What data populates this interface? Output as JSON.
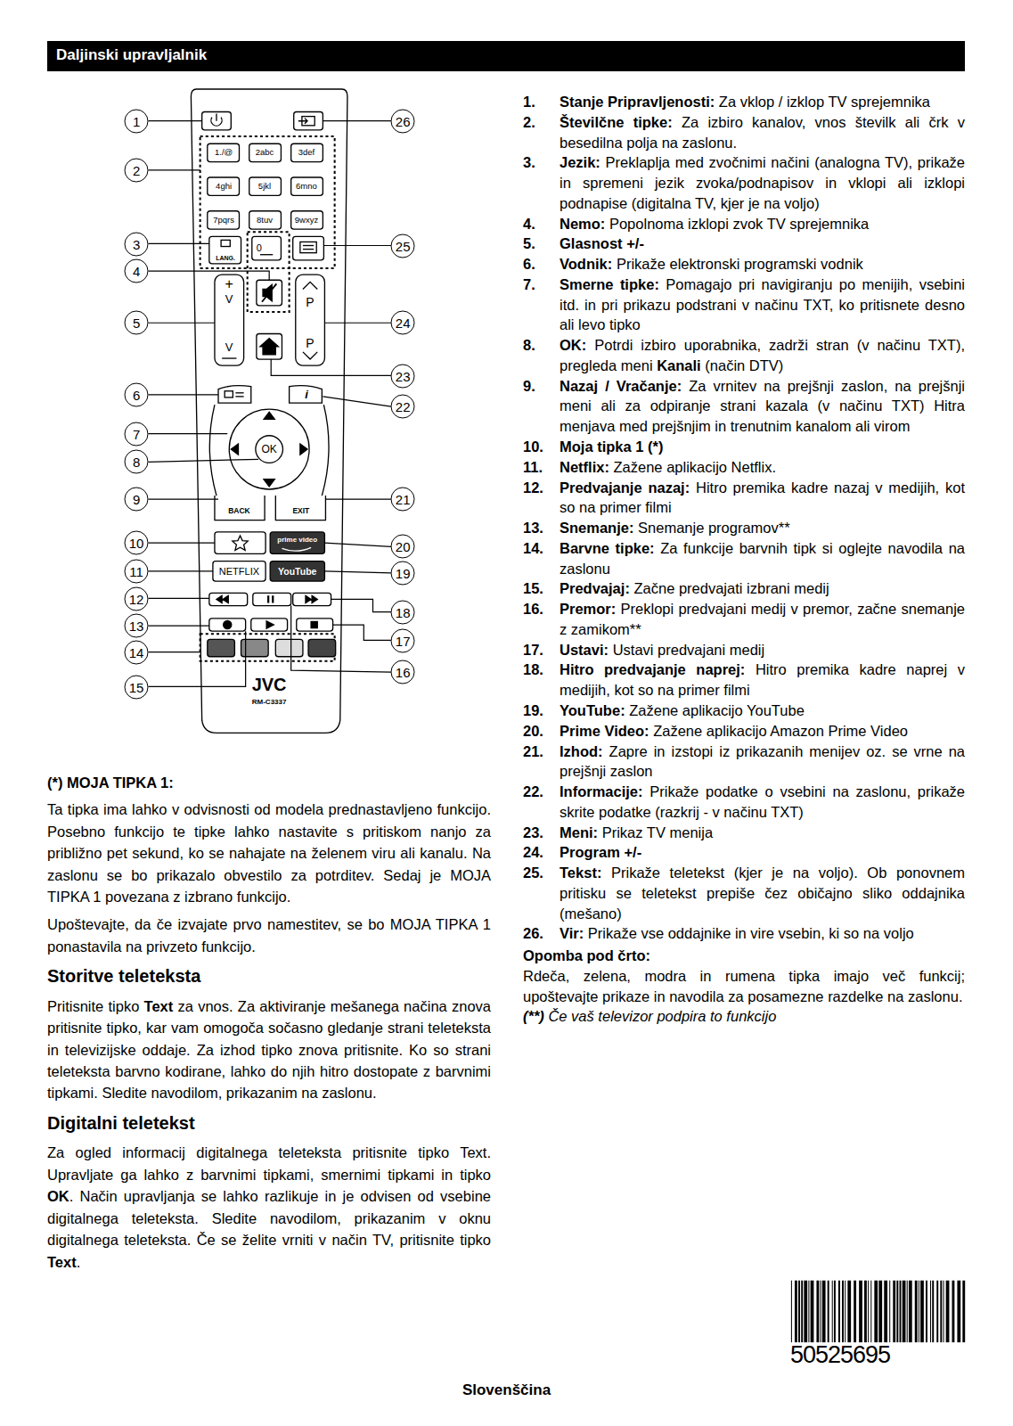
{
  "diagram": {
    "title": "Daljinski upravljalnik",
    "nodes": [
      {
        "text": [
          "1"
        ]
      },
      {
        "text": [
          "2"
        ]
      },
      {
        "text": [
          "3"
        ]
      },
      {
        "text": [
          "4"
        ]
      },
      {
        "text": [
          "5"
        ]
      },
      {
        "text": [
          "6"
        ]
      },
      {
        "text": [
          "7"
        ]
      },
      {
        "text": [
          "8"
        ]
      },
      {
        "text": [
          "9"
        ]
      },
      {
        "text": [
          "10"
        ]
      },
      {
        "text": [
          "11"
        ]
      },
      {
        "text": [
          "12"
        ]
      },
      {
        "text": [
          "13"
        ]
      },
      {
        "text": [
          "14"
        ]
      },
      {
        "text": [
          "15"
        ]
      },
      {
        "text": [
          "16"
        ]
      },
      {
        "text": [
          "17"
        ]
      },
      {
        "text": [
          "18"
        ]
      },
      {
        "text": [
          "19"
        ]
      },
      {
        "text": [
          "20"
        ]
      },
      {
        "text": [
          "21"
        ]
      },
      {
        "text": [
          "22"
        ]
      },
      {
        "text": [
          "23"
        ]
      },
      {
        "text": [
          "24"
        ]
      },
      {
        "text": [
          "25"
        ]
      },
      {
        "text": [
          "26"
        ]
      }
    ],
    "labels": [
      "1./@",
      "2abc",
      "3def",
      "4ghi",
      "5jkl",
      "6mno",
      "7pqrs",
      "8tuv",
      "9wxyz",
      "0",
      "LANG.",
      "+",
      "V",
      "V",
      "P",
      "P",
      "i",
      "OK",
      "BACK",
      "EXIT",
      "prime video",
      "NETFLIX",
      "YouTube",
      "JVC",
      "RM-C3337",
      "1.",
      "Stanje Pripravljenosti:",
      "Za vklop / izklop TV sprejemnika",
      "2.",
      "Številčne tipke:",
      "Za izbiro kanalov, vnos številk ali črk v besedilna polja na zaslonu.",
      "3.",
      "Jezik:",
      "Preklaplja med zvočnimi načini (analogna TV), prikaže in spremeni jezik zvoka/podnapisov in vklopi ali izklopi podnapise (digitalna TV, kjer je na voljo)",
      "4.",
      "Nemo:",
      "Popolnoma izklopi zvok TV sprejemnika",
      "5.",
      "Glasnost +/-",
      "6.",
      "Vodnik:",
      "Prikaže elektronski programski vodnik",
      "7.",
      "Smerne tipke:",
      "Pomagajo pri navigiranju po menijih, vsebini itd. in pri prikazu podstrani v načinu TXT, ko pritisnete desno ali levo tipko",
      "8.",
      "OK:",
      "Potrdi izbiro uporabnika, zadrži stran (v načinu TXT), pregleda meni",
      "Kanali",
      "(način DTV)",
      "9.",
      "Nazaj / Vračanje:",
      "Za vrnitev na prejšnji zaslon, na prejšnji meni ali za odpiranje strani kazala (v načinu TXT) Hitra menjava med prejšnjim in trenutnim kanalom ali virom",
      "10.",
      "Moja tipka 1 (*)",
      "11.",
      "Netflix:",
      "Zažene aplikacijo Netflix.",
      "12.",
      "Predvajanje nazaj:",
      "Hitro premika kadre nazaj v medijih, kot so na primer filmi",
      "13.",
      "Snemanje:",
      "Snemanje programov**",
      "14.",
      "Barvne tipke:",
      "Za funkcije barvnih tipk si oglejte navodila na zaslonu",
      "15.",
      "Predvajaj:",
      "Začne predvajati izbrani medij",
      "16.",
      "Premor:",
      "Preklopi predvajani medij v premor, začne snemanje z zamikom**",
      "17.",
      "Ustavi:",
      "Ustavi predvajani medij",
      "18.",
      "Hitro predvajanje naprej:",
      "Hitro premika kadre naprej v medijih, kot so na primer filmi",
      "19.",
      "YouTube:",
      "Zažene aplikacijo YouTube",
      "20.",
      "Prime Video:",
      "Zažene aplikacijo Amazon Prime Video",
      "21.",
      "Izhod:",
      "Zapre in izstopi iz prikazanih menijev oz. se vrne na prejšnji zaslon",
      "22.",
      "Informacije:",
      "Prikaže podatke o vsebini na zaslonu, prikaže skrite podatke (razkrij - v načinu TXT)",
      "23.",
      "Meni:",
      "Prikaz TV menija",
      "24.",
      "Program +/-",
      "25.",
      "Tekst:",
      "Prikaže teletekst (kjer je na voljo). Ob ponovnem pritisku se teletekst prepiše čez običajno sliko oddajnika (mešano)",
      "26.",
      "Vir:",
      "Prikaže vse oddajnike in vire vsebin, ki so na voljo",
      "Opomba pod črto:",
      "Rdeča, zelena, modra in rumena tipka imajo več funkcij; upoštevajte prikaze in navodila za posamezne razdelke na zaslonu.",
      "(**)",
      "Če vaš televizor podpira to funkcijo",
      "(*) MOJA TIPKA 1:",
      "Ta tipka ima lahko v odvisnosti od modela prednastavljeno funkcijo. Posebno funkcijo te tipke lahko nastavite s pritiskom nanjo za približno pet sekund, ko se nahajate na želenem viru ali kanalu. Na zaslonu se bo prikazalo obvestilo za potrditev. Sedaj je MOJA TIPKA 1 povezana z izbrano funkcijo.",
      "Upoštevajte, da če izvajate prvo namestitev, se bo MOJA TIPKA 1 ponastavila na privzeto funkcijo.",
      "Storitve teleteksta",
      "Pritisnite tipko",
      "Text",
      "za vnos. Za aktiviranje mešanega načina znova pritisnite tipko, kar vam omogoča sočasno gledanje strani teleteksta in televizijske oddaje. Za izhod tipko znova pritisnite. Ko so strani teleteksta barvno kodirane, lahko do njih hitro dostopate z barvnimi tipkami. Sledite navodilom, prikazanim na zaslonu.",
      "Digitalni teletekst",
      "Za ogled informacij digitalnega teleteksta pritisnite tipko Text. Upravljate ga lahko z barvnimi tipkami, smernimi tipkami in tipko",
      "OK",
      ". Način upravljanja se lahko razlikuje in je odvisen od vsebine digitalnega teleteksta. Sledite navodilom, prikazanim v oknu digitalnega teleteksta. Če se želite vrniti v način TV, pritisnite tipko",
      "Text",
      ".",
      "50525695",
      "Slovenščina"
    ]
  }
}
